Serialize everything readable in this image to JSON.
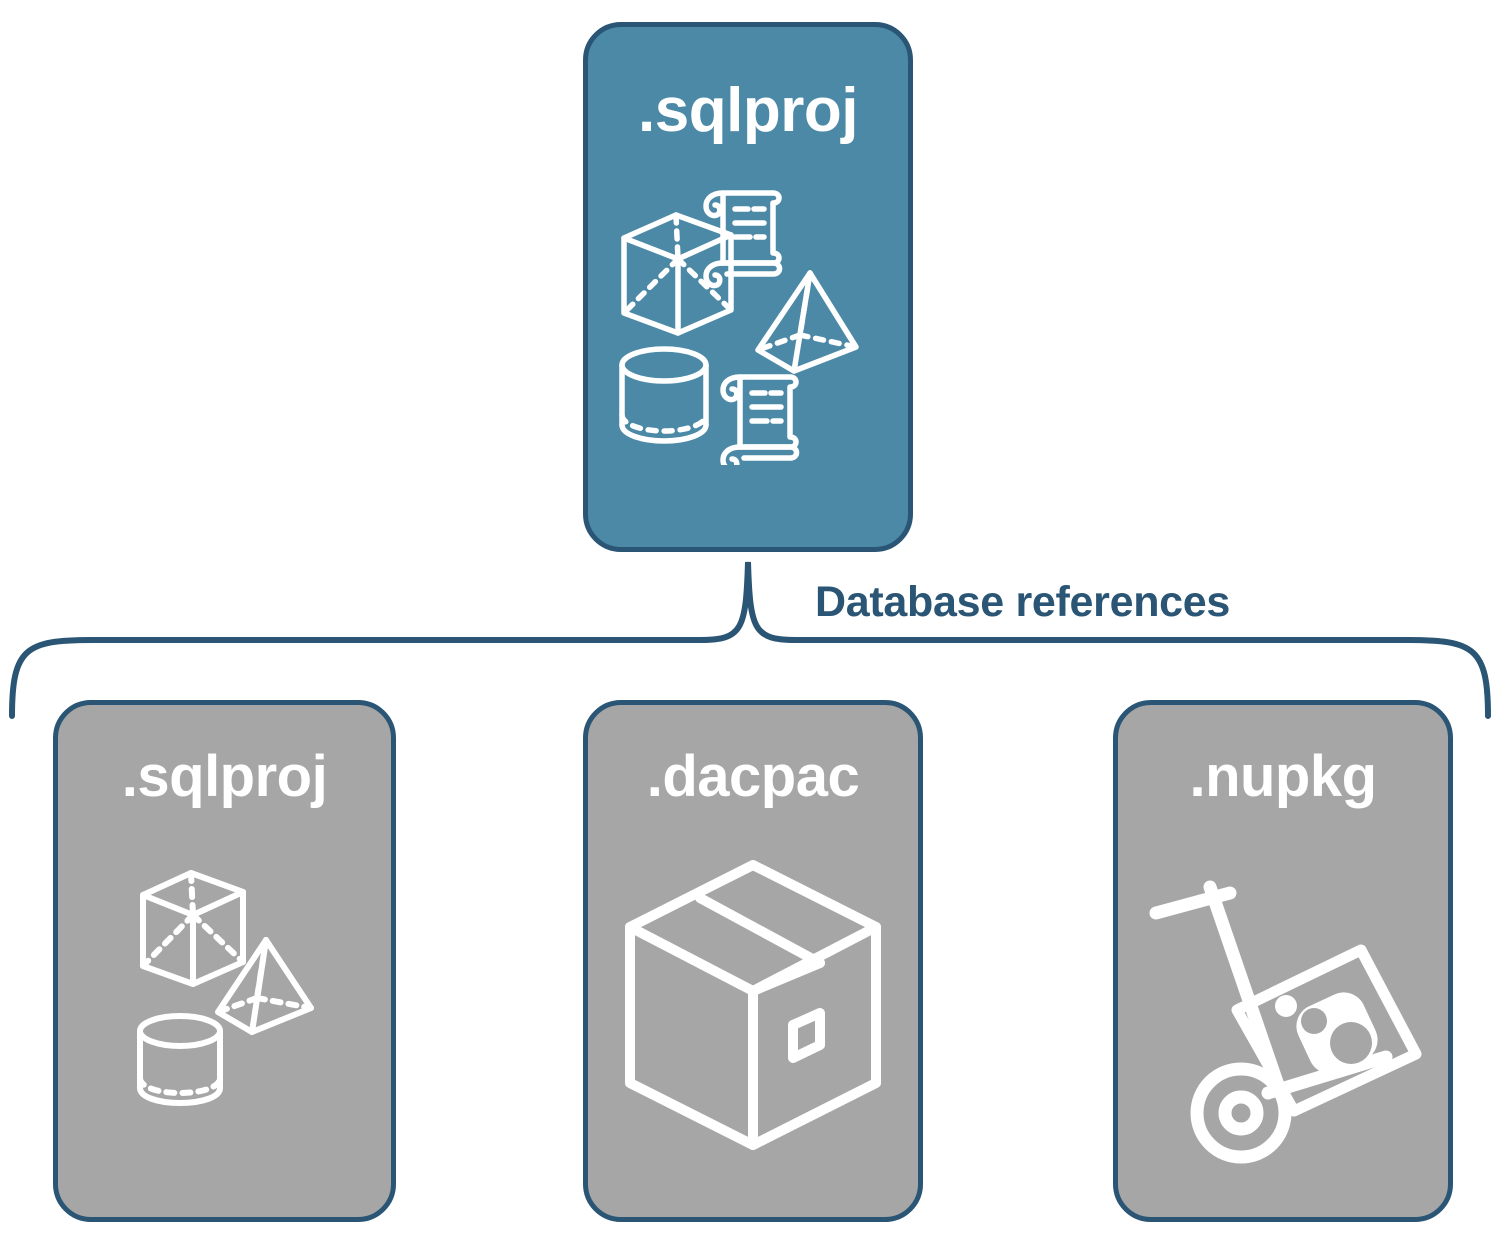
{
  "diagram": {
    "title_top": ".sqlproj",
    "relationship_label": "Database references",
    "colors": {
      "top_card_fill": "#4b89a7",
      "bottom_card_fill": "#a6a6a6",
      "border": "#2a5574",
      "label_text": "#2a5574",
      "icon_stroke": "#ffffff"
    },
    "top_card": {
      "label": ".sqlproj",
      "icons": [
        "cube-icon",
        "script-scroll-icon",
        "pyramid-icon",
        "cylinder-icon",
        "script-scroll-icon"
      ]
    },
    "reference_cards": [
      {
        "label": ".sqlproj",
        "icons": [
          "cube-icon",
          "pyramid-icon",
          "cylinder-icon"
        ]
      },
      {
        "label": ".dacpac",
        "icons": [
          "package-box-icon"
        ]
      },
      {
        "label": ".nupkg",
        "icons": [
          "hand-truck-nuget-icon"
        ]
      }
    ]
  }
}
